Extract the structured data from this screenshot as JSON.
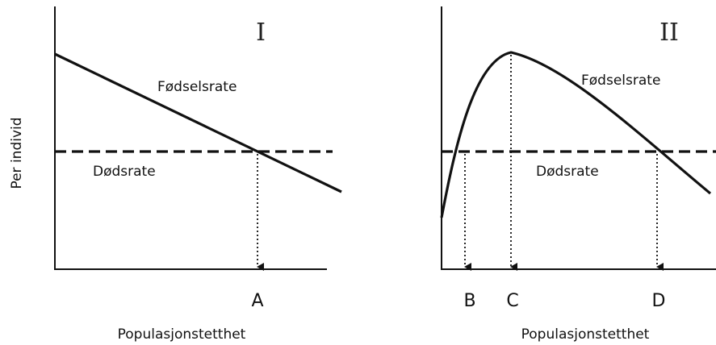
{
  "y_axis_label": "Per individ",
  "panels": [
    {
      "roman": "I",
      "birth_label": "Fødselsrate",
      "death_label": "Dødsrate",
      "x_axis_label": "Populasjonstetthet",
      "markers": [
        "A"
      ]
    },
    {
      "roman": "II",
      "birth_label": "Fødselsrate",
      "death_label": "Dødsrate",
      "x_axis_label": "Populasjonstetthet",
      "markers": [
        "B",
        "C",
        "D"
      ]
    }
  ],
  "colors": {
    "line": "#111111",
    "background": "#ffffff"
  }
}
